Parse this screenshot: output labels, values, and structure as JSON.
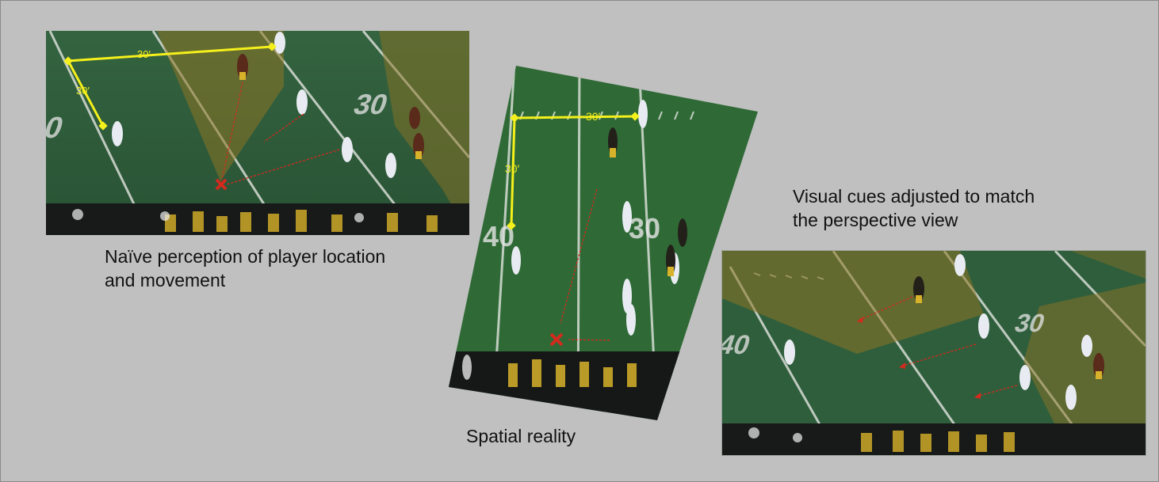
{
  "captions": {
    "naive_line1": "Naïve perception of player location",
    "naive_line2": "and movement",
    "spatial": "Spatial reality",
    "cues_line1": "Visual cues adjusted to match",
    "cues_line2": "the perspective view"
  },
  "labels": {
    "distance": "30′",
    "yard_40": "40",
    "yard_30": "30"
  },
  "colors": {
    "background": "#c0c0c0",
    "turf": "#2f5e3c",
    "yellow_cue": "#f5f01c",
    "red_cue": "#d42a1e",
    "shade": "#8c7424"
  }
}
